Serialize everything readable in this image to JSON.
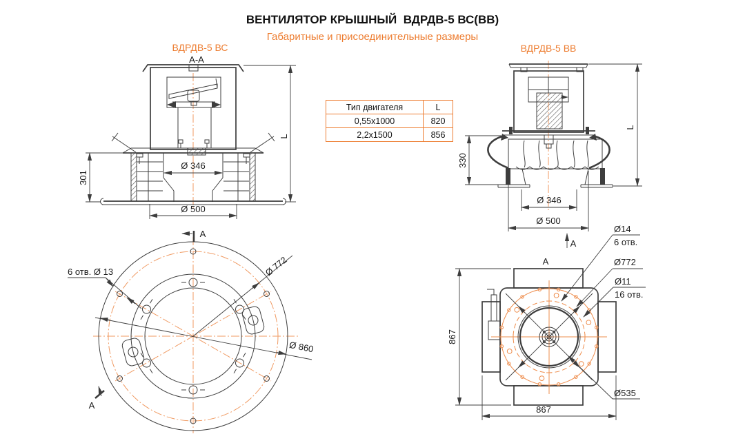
{
  "page": {
    "title": "ВЕНТИЛЯТОР КРЫШНЫЙ  ВДРДВ-5 ВС(ВВ)",
    "subtitle": "Габаритные и присоединительные размеры"
  },
  "colors": {
    "accent": "#ED7D31",
    "line": "#3D3D3D"
  },
  "views": {
    "vc_front": {
      "label": "ВДРДВ-5 ВС",
      "section": "A-A",
      "dim_height": "301",
      "dim_d346": "Ø 346",
      "dim_d500": "Ø 500",
      "dim_L": "L"
    },
    "vv_front": {
      "label": "ВДРДВ-5 ВВ",
      "dim_height": "330",
      "dim_d346": "Ø 346",
      "dim_d500": "Ø 500",
      "dim_L": "L",
      "section_mark": "A"
    },
    "vc_top": {
      "section_top": "A",
      "section_bottom": "A",
      "holes_label": "6 отв. Ø 13",
      "d772": "Ø 772",
      "d860": "Ø 860"
    },
    "vv_top": {
      "section": "A",
      "d14": "Ø14",
      "d14_holes": "6 отв.",
      "d772": "Ø772",
      "d11": "Ø11",
      "d11_holes": "16 отв.",
      "d535": "Ø535",
      "dim_width": "867",
      "dim_height": "867"
    }
  },
  "motor_table": {
    "headers": [
      "Тип двигателя",
      "L"
    ],
    "rows": [
      [
        "0,55x1000",
        "820"
      ],
      [
        "2,2x1500",
        "856"
      ]
    ]
  }
}
